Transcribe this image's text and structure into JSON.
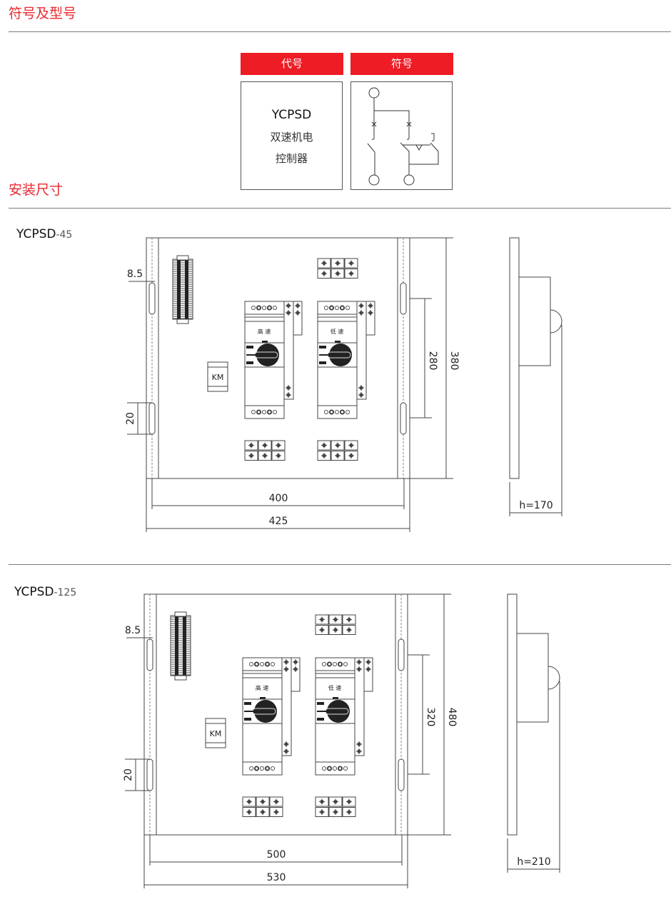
{
  "sections": {
    "symbol_title": "符号及型号",
    "install_title": "安装尺寸"
  },
  "table": {
    "code_header": "代号",
    "symbol_header": "符号",
    "code": "YCPSD",
    "desc_line1": "双速机电",
    "desc_line2": "控制器"
  },
  "colors": {
    "accent": "#ee1c25",
    "title": "#e8292f"
  },
  "drawings": [
    {
      "model": "YCPSD",
      "suffix": "-45",
      "dims": {
        "hole_offset": "8.5",
        "slot_len": "20",
        "inner_width": "400",
        "outer_width": "425",
        "hole_pitch": "280",
        "height": "380",
        "depth": "h=170"
      },
      "modules": [
        "高 速",
        "低 速"
      ],
      "km": "KM"
    },
    {
      "model": "YCPSD",
      "suffix": "-125",
      "dims": {
        "hole_offset": "8.5",
        "slot_len": "20",
        "inner_width": "500",
        "outer_width": "530",
        "hole_pitch": "320",
        "height": "480",
        "depth": "h=210"
      },
      "modules": [
        "高 速",
        "低 速"
      ],
      "km": "KM"
    }
  ]
}
